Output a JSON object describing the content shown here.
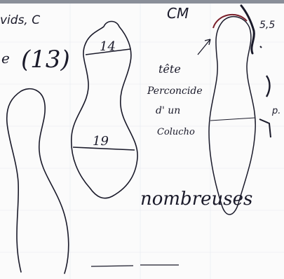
{
  "labels": {
    "top_left": "vids, C",
    "side_left": "e",
    "figure_number": "(13)",
    "unit": "CM",
    "measure_top_right": "5,5",
    "width_upper": "14",
    "width_lower": "19",
    "annotation_line1": "tête",
    "annotation_line2": "Perconcide",
    "annotation_line3": "d' un",
    "annotation_line4": "Colucho",
    "bracket_label": "p.",
    "note_bottom": "nombreuses"
  },
  "colors": {
    "ink": "#1a1a2a",
    "paper": "#fbfbfb",
    "top_strip": "#8a8f99",
    "grid": "#e6eaf2"
  }
}
